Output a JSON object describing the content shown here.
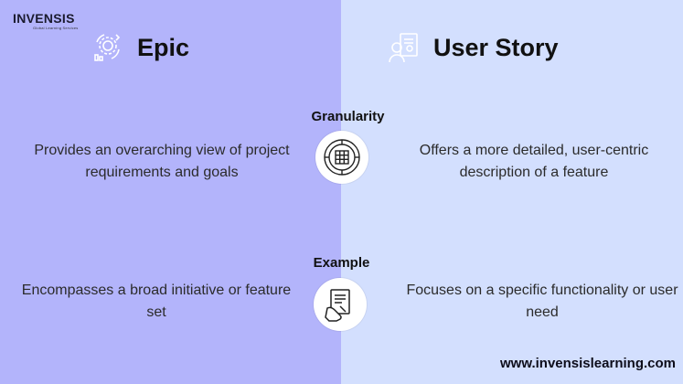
{
  "logo": {
    "main": "INVENSIS",
    "sub": "Global Learning Services"
  },
  "columns": {
    "epic": {
      "title": "Epic",
      "icon": "gear-cycle-icon"
    },
    "story": {
      "title": "User Story",
      "icon": "user-document-icon"
    }
  },
  "sections": [
    {
      "label": "Granularity",
      "icon": "grid-target-icon",
      "epic": "Provides an overarching view of project requirements and goals",
      "story": "Offers a more detailed, user-centric description of a feature"
    },
    {
      "label": "Example",
      "icon": "document-hand-icon",
      "epic": "Encompasses a broad initiative or feature set",
      "story": "Focuses on a specific functionality or user need"
    }
  ],
  "footer": {
    "url": "www.invensislearning.com"
  },
  "colors": {
    "left_bg": "#b3b4fb",
    "right_bg": "#d3dffe"
  }
}
